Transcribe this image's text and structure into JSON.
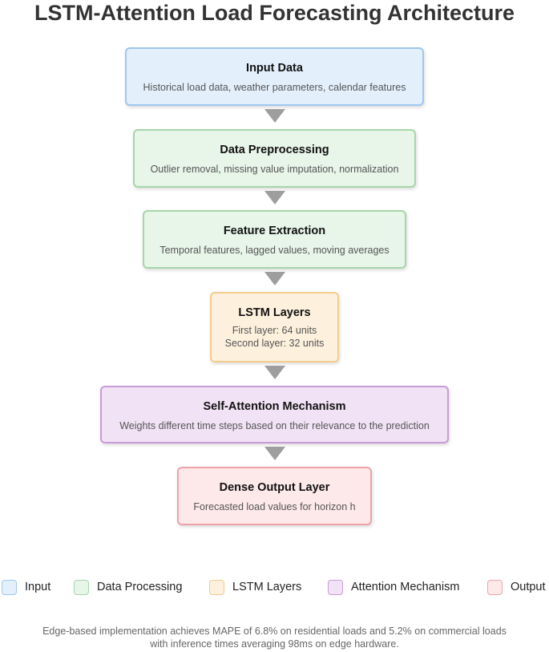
{
  "title": "LSTM-Attention Load Forecasting Architecture",
  "stages": [
    {
      "title": "Input Data",
      "lines": [
        "Historical load data, weather parameters, calendar features"
      ]
    },
    {
      "title": "Data Preprocessing",
      "lines": [
        "Outlier removal, missing value imputation, normalization"
      ]
    },
    {
      "title": "Feature Extraction",
      "lines": [
        "Temporal features, lagged values, moving averages"
      ]
    },
    {
      "title": "LSTM Layers",
      "lines": [
        "First layer: 64 units",
        "Second layer: 32 units"
      ]
    },
    {
      "title": "Self-Attention Mechanism",
      "lines": [
        "Weights different time steps based on their relevance to the prediction"
      ]
    },
    {
      "title": "Dense Output Layer",
      "lines": [
        "Forecasted load values for horizon h"
      ]
    }
  ],
  "legend": [
    {
      "label": "Input",
      "color": "#e3f0fc",
      "border": "#9fc7ef"
    },
    {
      "label": "Data Processing",
      "color": "#e8f5e9",
      "border": "#a8d5a9"
    },
    {
      "label": "LSTM Layers",
      "color": "#fdf1dd",
      "border": "#f2cd8f"
    },
    {
      "label": "Attention Mechanism",
      "color": "#f1e3f5",
      "border": "#c99bd6"
    },
    {
      "label": "Output",
      "color": "#fde8ea",
      "border": "#eda3a9"
    }
  ],
  "footer": {
    "line1": "Edge-based implementation achieves MAPE of 6.8% on residential loads and 5.2% on commercial loads",
    "line2": "with inference times averaging 98ms on edge hardware."
  }
}
